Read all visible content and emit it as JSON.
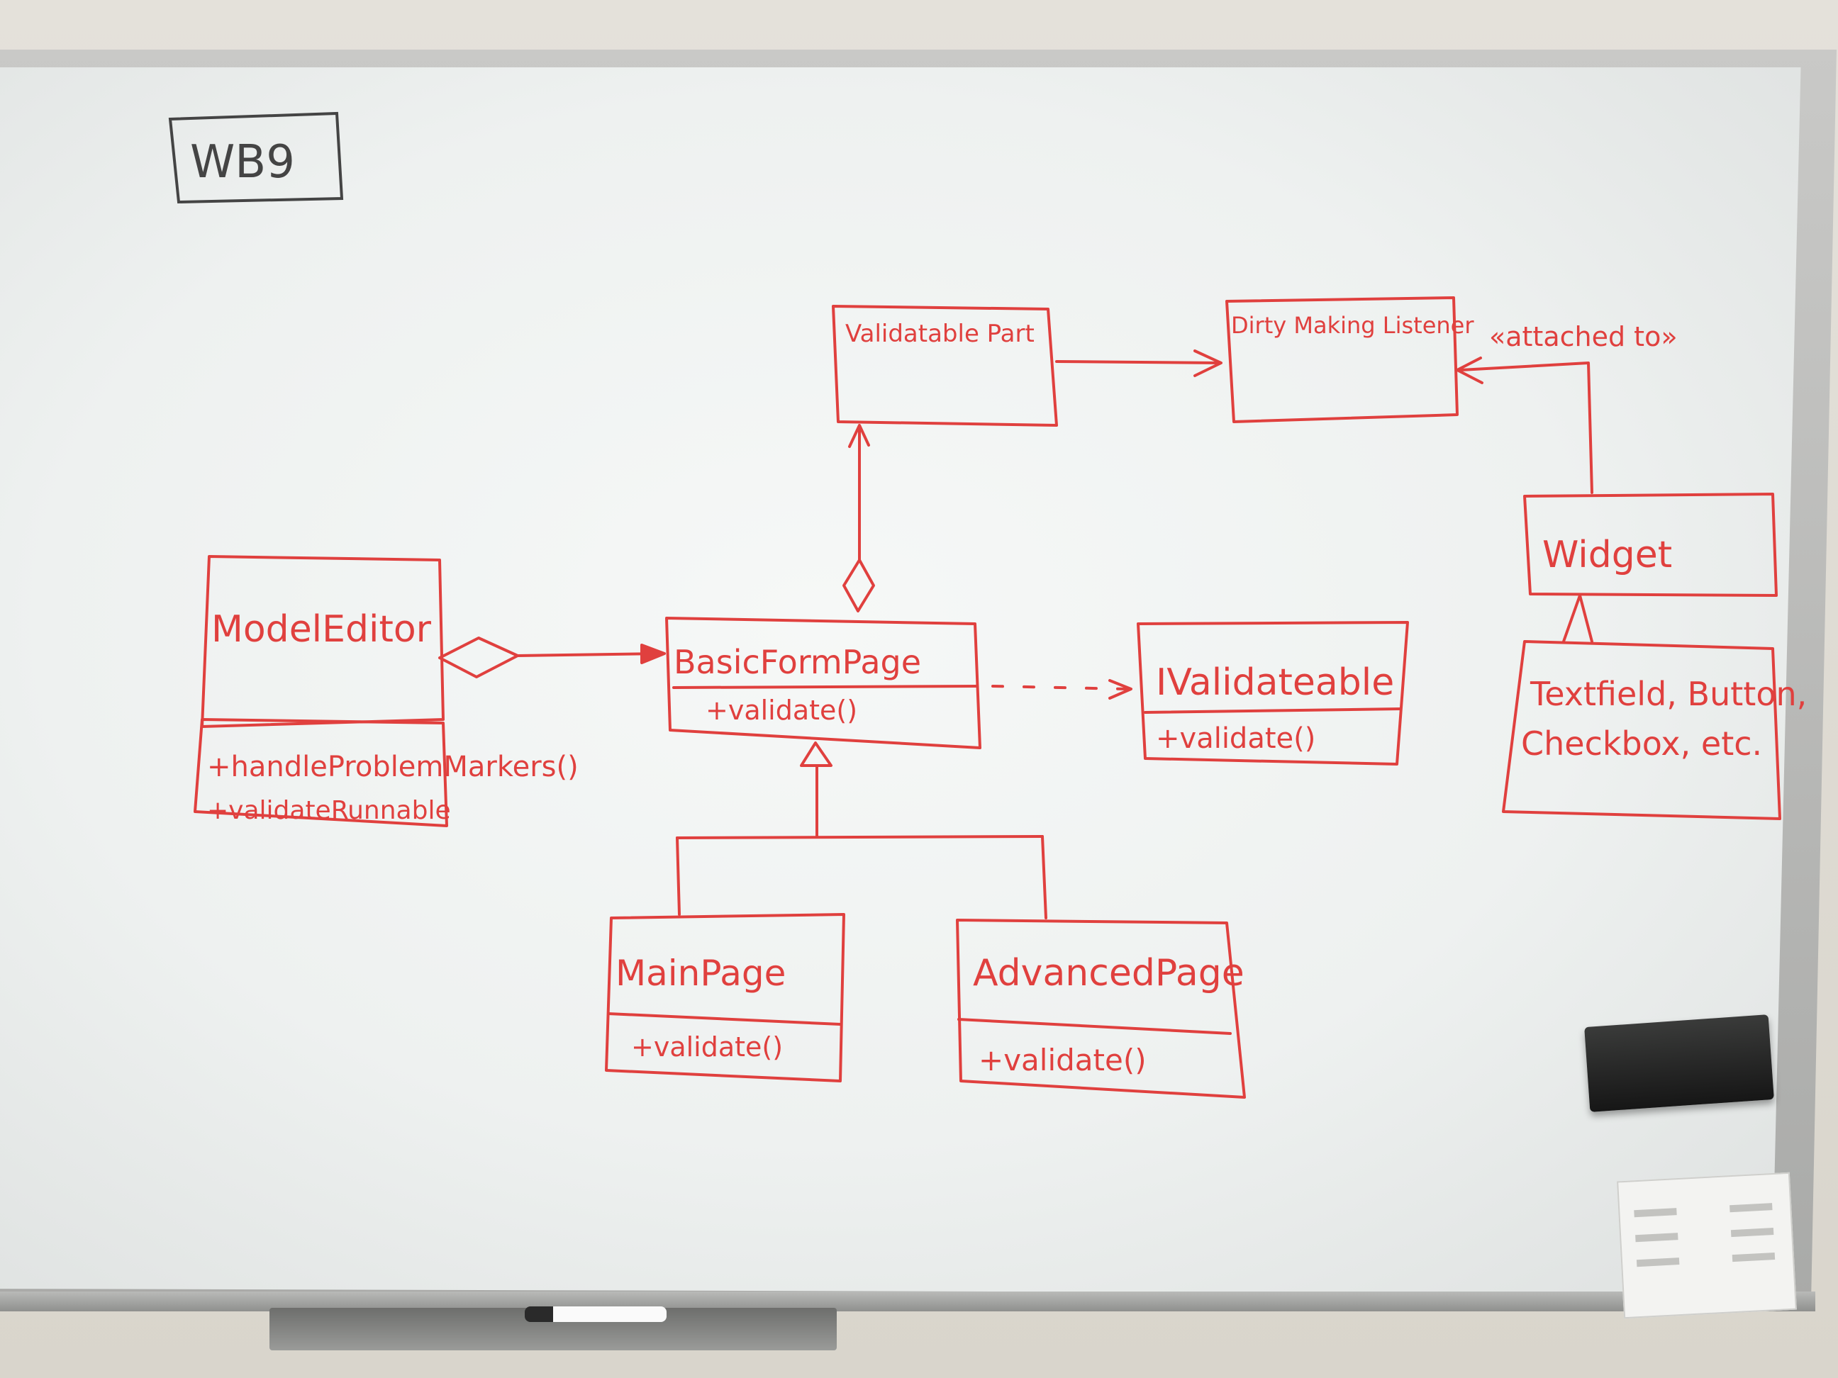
{
  "board_label": "WB9",
  "boxes": {
    "validatable_part": {
      "name": "Validatable Part"
    },
    "dirty_marking_listener": {
      "name": "Dirty Making Listener"
    },
    "widget": {
      "name": "Widget"
    },
    "widget_subtypes": {
      "line1": "Textfield, Button,",
      "line2": "Checkbox, etc."
    },
    "model_editor": {
      "name": "ModelEditor",
      "methods": [
        "+handleProblemMarkers()",
        "+validateRunnable"
      ]
    },
    "basic_form_page": {
      "name": "BasicFormPage",
      "methods": [
        "+validate()"
      ]
    },
    "ivalidateable": {
      "name": "IValidateable",
      "methods": [
        "+validate()"
      ]
    },
    "main_page": {
      "name": "MainPage",
      "methods": [
        "+validate()"
      ]
    },
    "advanced_page": {
      "name": "AdvancedPage",
      "methods": [
        "+validate()"
      ]
    }
  },
  "edge_labels": {
    "attached_to": "«attached to»"
  },
  "colors": {
    "ink": "#e0403e",
    "label_ink": "#444444",
    "board": "#eef1f0"
  }
}
